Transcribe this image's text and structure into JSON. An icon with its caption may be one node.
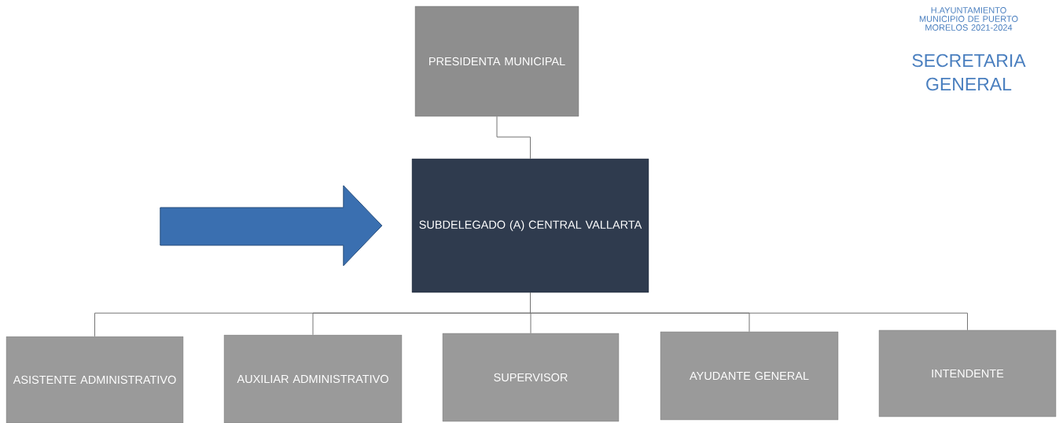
{
  "diagram": {
    "nodes": [
      {
        "text": [
          "PRESIDENTA MUNICIPAL"
        ]
      },
      {
        "text": [
          "SUBDELEGADO (A) CENTRAL VALLARTA"
        ]
      },
      {
        "text": [
          "ASISTENTE ADMINISTRATIVO"
        ]
      },
      {
        "text": [
          "AUXILIAR ADMINISTRATIVO"
        ]
      },
      {
        "text": [
          "SUPERVISOR"
        ]
      },
      {
        "text": [
          "AYUDANTE GENERAL"
        ]
      },
      {
        "text": [
          "INTENDENTE"
        ]
      }
    ],
    "edges": [
      {
        "from": 0,
        "to": 1,
        "arrow": "none"
      },
      {
        "from": 1,
        "to": 2,
        "arrow": "none"
      },
      {
        "from": 1,
        "to": 3,
        "arrow": "none"
      },
      {
        "from": 1,
        "to": 4,
        "arrow": "none"
      },
      {
        "from": 1,
        "to": 5,
        "arrow": "none"
      },
      {
        "from": 1,
        "to": 6,
        "arrow": "none"
      },
      {
        "from": null,
        "to": 1,
        "arrow": "to",
        "style": "thick",
        "color": "#3a6fb0"
      }
    ],
    "labels": [
      "H.AYUNTAMIENTO MUNICIPIO DE PUERTO MORELOS 2021-2024",
      "SECRETARIA GENERAL"
    ]
  }
}
